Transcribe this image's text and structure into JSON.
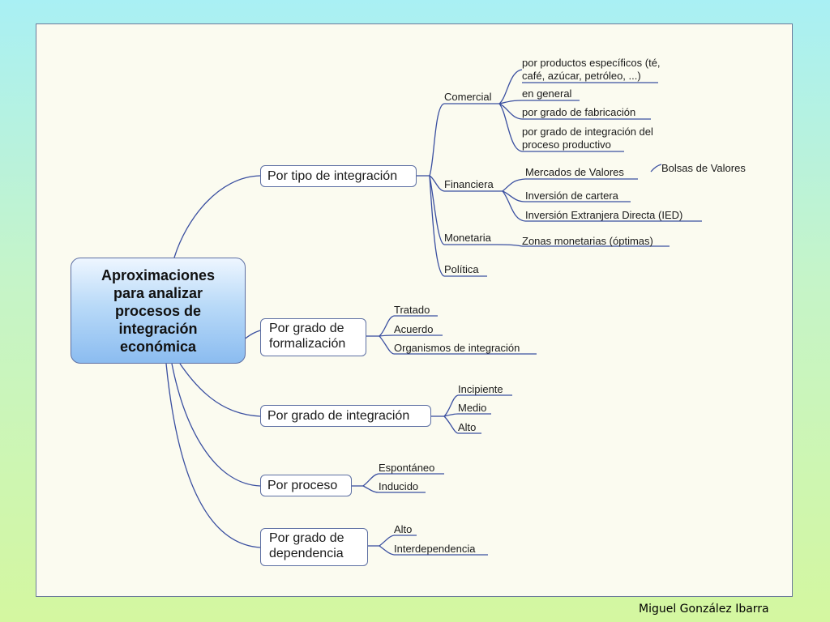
{
  "root": {
    "title": "Aproximaciones para analizar procesos de integración económica"
  },
  "branches": {
    "tipo": {
      "label": "Por tipo de integración",
      "comercial": {
        "label": "Comercial",
        "items": [
          "por productos específicos (té, café, azúcar, petróleo, ...)",
          "en general",
          "por grado de fabricación",
          "por grado de integración del proceso productivo"
        ]
      },
      "financiera": {
        "label": "Financiera",
        "items": [
          "Mercados de Valores",
          "Inversión de cartera",
          "Inversión Extranjera Directa (IED)"
        ],
        "sub": "Bolsas de Valores"
      },
      "monetaria": {
        "label": "Monetaria",
        "items": [
          "Zonas monetarias (óptimas)"
        ]
      },
      "politica": {
        "label": "Política"
      }
    },
    "formalizacion": {
      "label": "Por grado de formalización",
      "items": [
        "Tratado",
        "Acuerdo",
        "Organismos de integración"
      ]
    },
    "integracion": {
      "label": "Por grado de integración",
      "items": [
        "Incipiente",
        "Medio",
        "Alto"
      ]
    },
    "proceso": {
      "label": "Por proceso",
      "items": [
        "Espontáneo",
        "Inducido"
      ]
    },
    "dependencia": {
      "label": "Por grado de dependencia",
      "items": [
        "Alto",
        "Interdependencia"
      ]
    }
  },
  "footer": {
    "author": "Miguel González Ibarra"
  }
}
